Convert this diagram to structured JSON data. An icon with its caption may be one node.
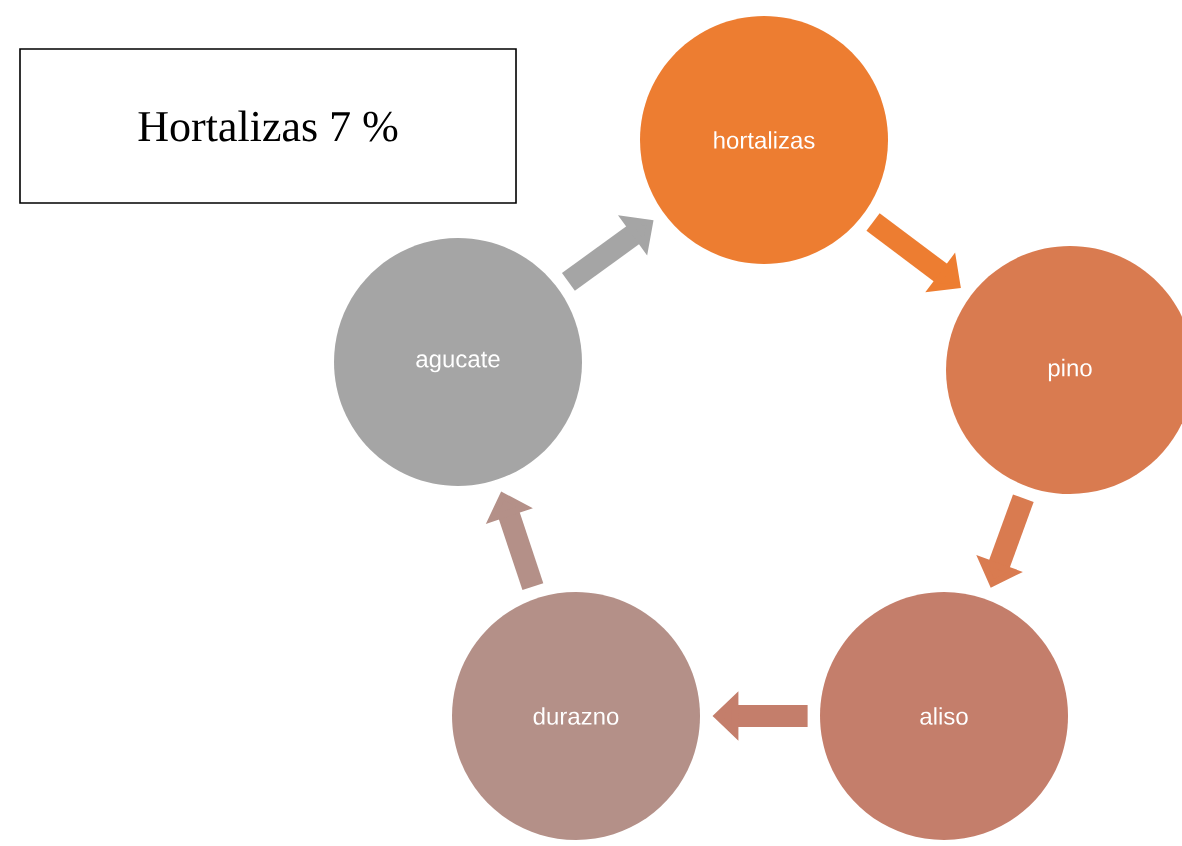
{
  "diagram": {
    "nodes": [
      {
        "text": [
          "Hortalizas 7 %"
        ]
      },
      {
        "text": [
          "hortalizas"
        ]
      },
      {
        "text": [
          "pino"
        ]
      },
      {
        "text": [
          "aliso"
        ]
      },
      {
        "text": [
          "durazno"
        ]
      },
      {
        "text": [
          "agucate"
        ]
      }
    ],
    "edges": [
      {
        "from": 1,
        "to": 2,
        "arrow": "to",
        "color": "#ed7d31"
      },
      {
        "from": 2,
        "to": 3,
        "arrow": "to",
        "color": "#d97b50"
      },
      {
        "from": 3,
        "to": 4,
        "arrow": "to",
        "color": "#c47e6b"
      },
      {
        "from": 4,
        "to": 5,
        "arrow": "to",
        "color": "#b49088"
      },
      {
        "from": 5,
        "to": 1,
        "arrow": "to",
        "color": "#a5a5a5"
      }
    ]
  }
}
